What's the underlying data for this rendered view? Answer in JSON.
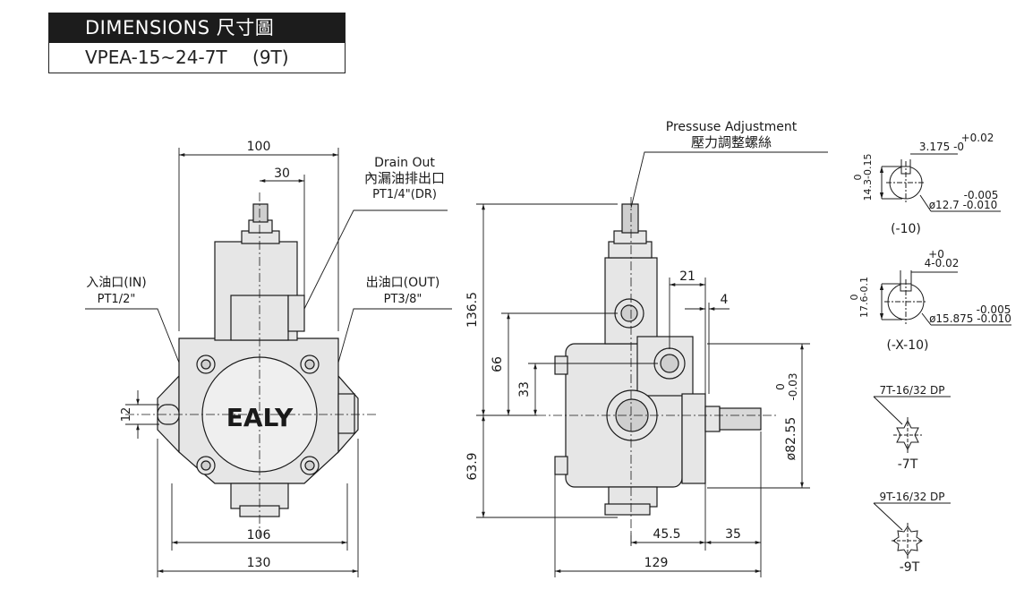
{
  "header": {
    "title": "DIMENSIONS 尺寸圖",
    "model": "VPEA-15~24-7T",
    "variant": "(9T)"
  },
  "brand": {
    "logo": "EALY"
  },
  "front_view": {
    "dim_top": "100",
    "dim_drain_offset": "30",
    "dim_bolt_106": "106",
    "dim_base_130": "130",
    "dim_height_12": "12",
    "drain_label_en": "Drain  Out",
    "drain_label_cn": "內漏油排出口",
    "drain_label_pt": "PT1/4\"(DR)",
    "inlet_label_cn": "入油口(IN)",
    "inlet_label_pt": "PT1/2\"",
    "outlet_label_cn": "出油口(OUT)",
    "outlet_label_pt": "PT3/8\""
  },
  "side_view": {
    "adjust_label_en": "Pressuse  Adjustment",
    "adjust_label_cn": "壓力調整螺絲",
    "dim_136_5": "136.5",
    "dim_66": "66",
    "dim_33": "33",
    "dim_63_9": "63.9",
    "dim_21": "21",
    "dim_4": "4",
    "dim_45_5": "45.5",
    "dim_35": "35",
    "dim_129": "129",
    "dim_dia": "ø82.55",
    "tol_upper": "0",
    "tol_lower": "-0.03"
  },
  "details": {
    "d10_tol_up": "+0.02",
    "d10_key": "3.175 -0",
    "d10_height": "14.3-0.15",
    "d10_height_up": "0",
    "d10_shaft": "ø12.7  -0.010",
    "d10_shaft_up": "-0.005",
    "d10_label": "(-10)",
    "dx10_tol_up": "+0",
    "dx10_key": "4-0.02",
    "dx10_height": "17.6-0.1",
    "dx10_height_up": "0",
    "dx10_shaft": "ø15.875  -0.010",
    "dx10_shaft_up": "-0.005",
    "dx10_label": "(-X-10)",
    "spline7_spec": "7T-16/32  DP",
    "spline7_label": "-7T",
    "spline9_spec": "9T-16/32  DP",
    "spline9_label": "-9T"
  },
  "colors": {
    "body": "#e6e6e6",
    "line": "#1a1a1a",
    "header_bg": "#1c1c1c"
  }
}
